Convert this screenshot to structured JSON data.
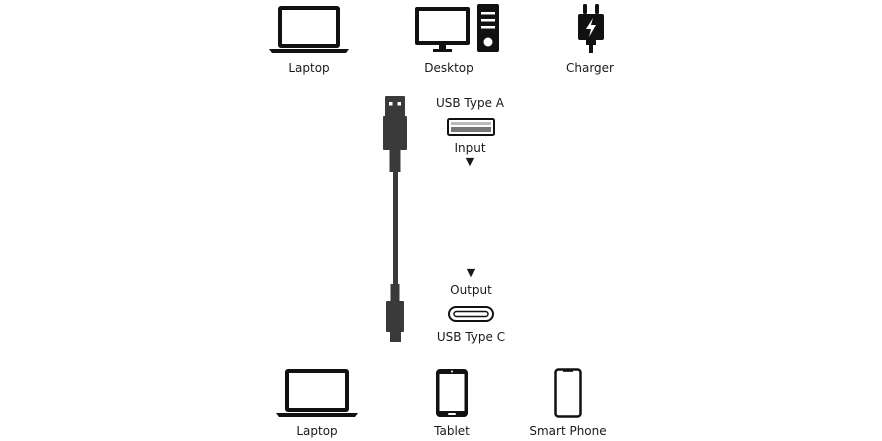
{
  "sources": {
    "items": [
      {
        "label": "Laptop",
        "icon": "laptop-icon"
      },
      {
        "label": "Desktop",
        "icon": "desktop-icon"
      },
      {
        "label": "Charger",
        "icon": "charger-icon"
      }
    ]
  },
  "cable": {
    "input_connector": "USB Type A",
    "input_label": "Input",
    "output_label": "Output",
    "output_connector": "USB Type C",
    "arrow_glyph": "▼",
    "cable_color": "#3a3a3a"
  },
  "targets": {
    "items": [
      {
        "label": "Laptop",
        "icon": "laptop-icon"
      },
      {
        "label": "Tablet",
        "icon": "tablet-icon"
      },
      {
        "label": "Smart Phone",
        "icon": "smartphone-icon"
      }
    ]
  },
  "colors": {
    "background": "#ffffff",
    "icon": "#111111",
    "text": "#1a1a1a"
  }
}
